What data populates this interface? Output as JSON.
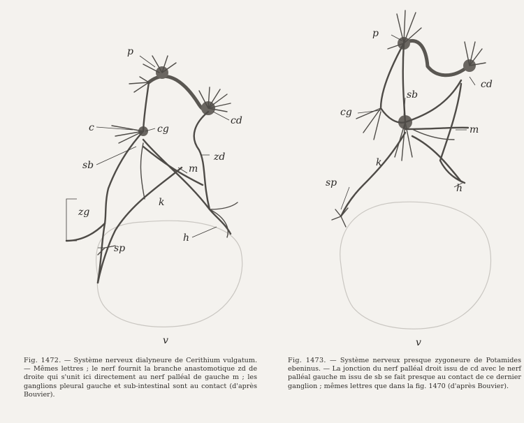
{
  "figures": [
    {
      "number": "Fig. 1472.",
      "caption": " — Système nerveux dialyneure de Cerithium vulgatum. — Mêmes lettres ; le nerf fournit la branche anastomotique zd de droite qui s'unit ici directement au nerf palléal de gauche m ; les ganglions pleural gauche et sub-intestinal sont au contact (d'après Bouvier).",
      "labels": {
        "p": "p",
        "c": "c",
        "cg": "cg",
        "cd": "cd",
        "zd": "zd",
        "sb": "sb",
        "m": "m",
        "k": "k",
        "zg": "zg",
        "h": "h",
        "sp": "sp",
        "v": "v"
      }
    },
    {
      "number": "Fig. 1473.",
      "caption": " — Système nerveux presque zygoneure de Potamides ebeninus. — La jonction du nerf palléal droit issu de cd avec le nerf palléal gauche m issu de sb se fait presque au contact de ce dernier ganglion ; mêmes lettres que dans la fig. 1470 (d'après Bouvier).",
      "labels": {
        "p": "p",
        "cd": "cd",
        "cg": "cg",
        "sb": "sb",
        "m": "m",
        "k": "k",
        "sp": "sp",
        "h": "h",
        "v": "v"
      }
    }
  ]
}
